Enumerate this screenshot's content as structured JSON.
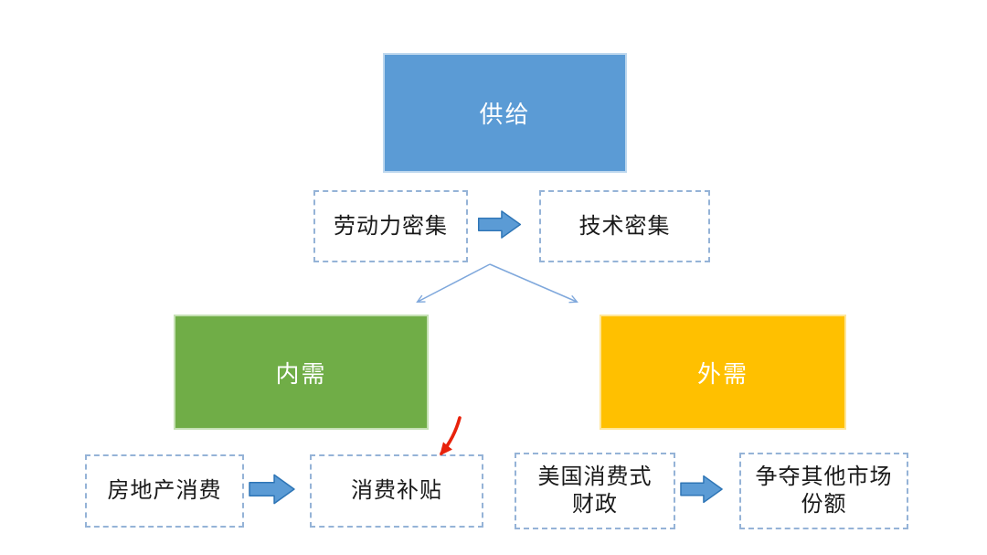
{
  "diagram": {
    "nodes": {
      "supply": {
        "label": "供给",
        "fill": "#5B9BD5"
      },
      "labor_intensive": {
        "label": "劳动力密集"
      },
      "tech_intensive": {
        "label": "技术密集"
      },
      "domestic_demand": {
        "label": "内需",
        "fill": "#70AD47"
      },
      "external_demand": {
        "label": "外需",
        "fill": "#FFC000"
      },
      "real_estate_consumption": {
        "label": "房地产消费"
      },
      "consumption_subsidy": {
        "label": "消费补贴"
      },
      "us_consumption_fiscal": {
        "label": "美国消费式\n财政"
      },
      "market_share": {
        "label": "争夺其他市场\n份额"
      }
    },
    "connectors": [
      {
        "from": "labor_intensive",
        "to": "tech_intensive",
        "type": "block-arrow-right"
      },
      {
        "from": "supply-branch-point",
        "to": "domestic_demand",
        "type": "thin-line-arrow"
      },
      {
        "from": "supply-branch-point",
        "to": "external_demand",
        "type": "thin-line-arrow"
      },
      {
        "from": "real_estate_consumption",
        "to": "consumption_subsidy",
        "type": "block-arrow-right"
      },
      {
        "from": "us_consumption_fiscal",
        "to": "market_share",
        "type": "block-arrow-right"
      },
      {
        "to": "consumption_subsidy",
        "type": "red-annotation-arrow"
      }
    ],
    "colors": {
      "block_arrow_fill": "#5B9BD5",
      "block_arrow_stroke": "#2E75B6",
      "dashed_border": "#95B3D7",
      "thin_line_arrow": "#7FA8DC",
      "annotation_arrow_red": "#E8220B",
      "supply_fill": "#5B9BD5",
      "domestic_fill": "#70AD47",
      "external_fill": "#FFC000",
      "background": "#FFFFFF"
    }
  }
}
